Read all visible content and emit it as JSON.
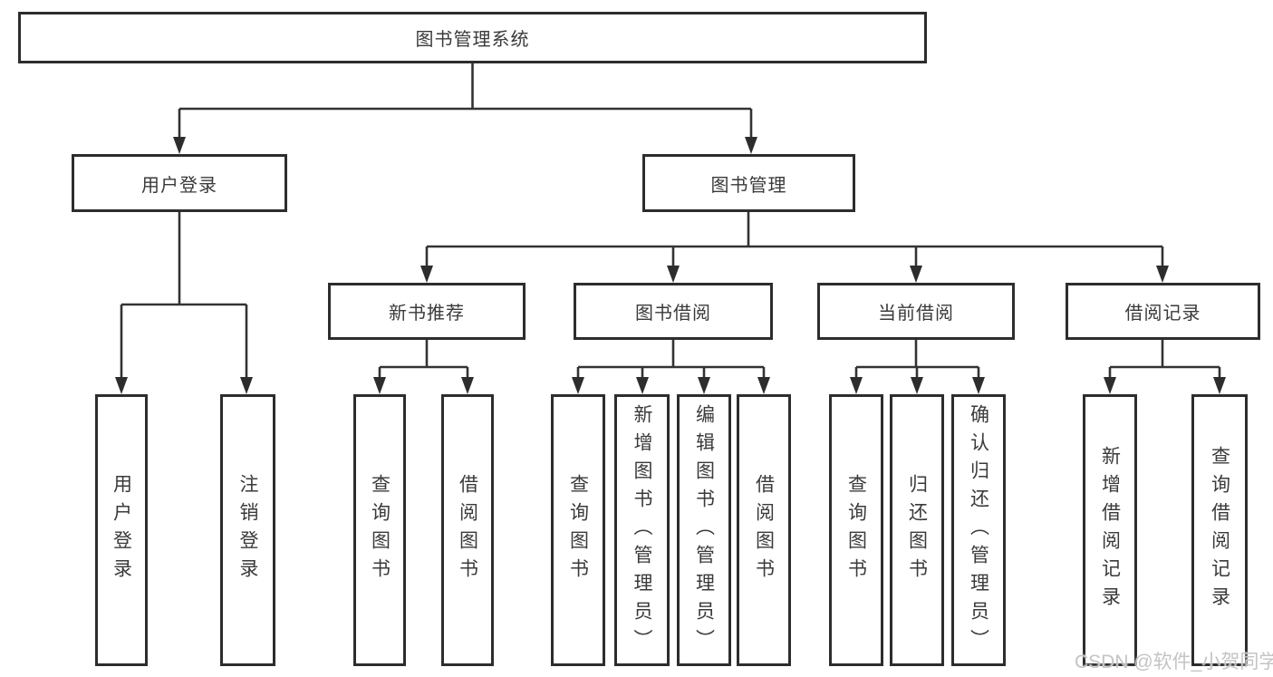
{
  "diagram": {
    "root": "图书管理系统",
    "level2": [
      "用户登录",
      "图书管理"
    ],
    "level3": [
      "新书推荐",
      "图书借阅",
      "当前借阅",
      "借阅记录"
    ],
    "level4": {
      "user_login": [
        "用户登录",
        "注销登录"
      ],
      "new_book_rec": [
        "查询图书",
        "借阅图书"
      ],
      "book_borrow": [
        "查询图书",
        "新增图书（管理员）",
        "编辑图书（管理员）",
        "借阅图书"
      ],
      "current_borrow": [
        "查询图书",
        "归还图书",
        "确认归还（管理员）"
      ],
      "borrow_records": [
        "新增借阅记录",
        "查询借阅记录"
      ]
    },
    "watermark": "CSDN @软件_小贺同学",
    "colors": {
      "line": "#333333",
      "box_border": "#2d2d2d",
      "text": "#3a3a3a",
      "watermark": "#c4c4c4",
      "background": "#ffffff"
    }
  }
}
